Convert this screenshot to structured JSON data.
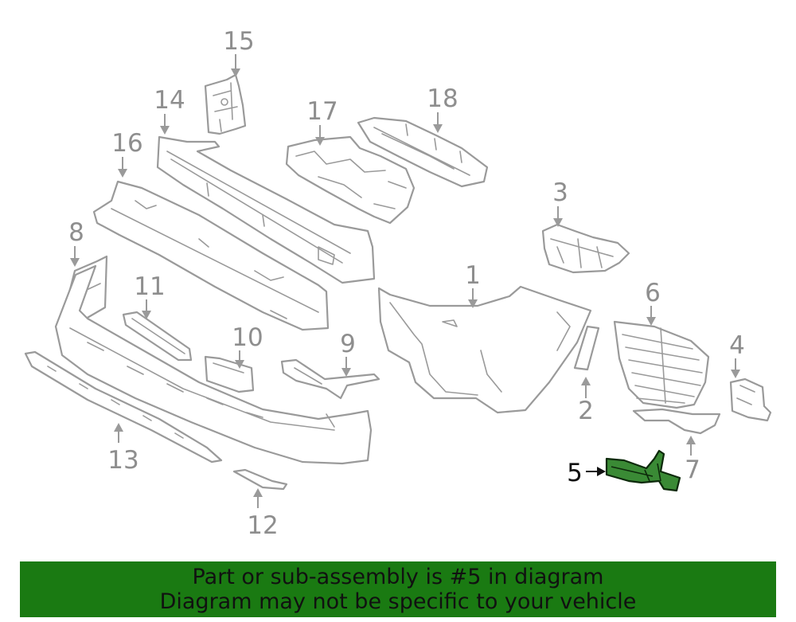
{
  "callouts": {
    "c1": "1",
    "c2": "2",
    "c3": "3",
    "c4": "4",
    "c5": "5",
    "c6": "6",
    "c7": "7",
    "c8": "8",
    "c9": "9",
    "c10": "10",
    "c11": "11",
    "c12": "12",
    "c13": "13",
    "c14": "14",
    "c15": "15",
    "c16": "16",
    "c17": "17",
    "c18": "18"
  },
  "highlight": {
    "part_number": "5",
    "color": "#3a8a35"
  },
  "banner": {
    "line1": "Part or sub-assembly is #5 in diagram",
    "line2": "Diagram may not be specific to your vehicle",
    "background": "#1a7a12"
  }
}
